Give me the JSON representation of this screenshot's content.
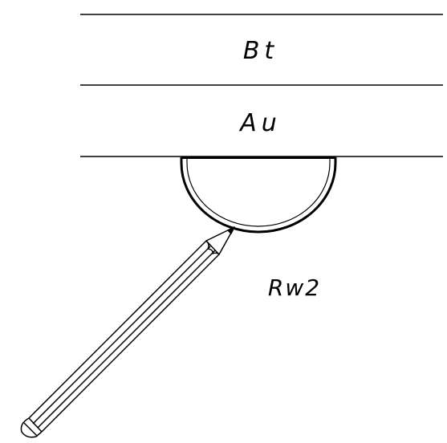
{
  "diagram": {
    "layers": [
      {
        "label": "Bt"
      },
      {
        "label": "Au"
      }
    ],
    "tool_label": "Rw2",
    "colors": {
      "line": "#000000",
      "background": "#ffffff"
    }
  }
}
